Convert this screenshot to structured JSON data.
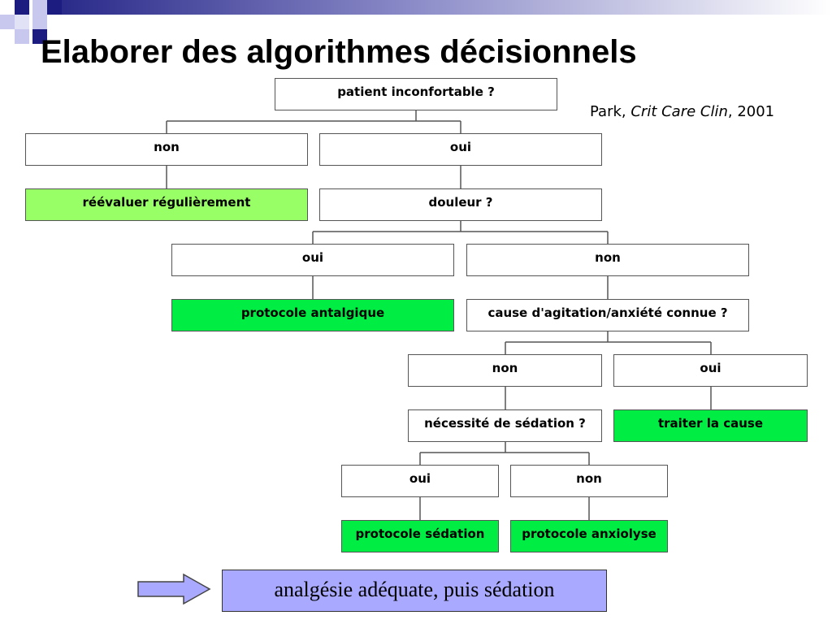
{
  "title": "Elaborer des algorithmes décisionnels",
  "citation": {
    "author": "Park, ",
    "journal": "Crit Care Clin",
    "year": ", 2001"
  },
  "nodes": {
    "root": "patient inconfortable ?",
    "n1_non": "non",
    "n1_oui": "oui",
    "reevaluer": "réévaluer régulièrement",
    "douleur": "douleur ?",
    "n2_oui": "oui",
    "n2_non": "non",
    "protocole_antalgique": "protocole antalgique",
    "cause": "cause d'agitation/anxiété connue ?",
    "n3_non": "non",
    "n3_oui": "oui",
    "necessite": "nécessité de sédation ?",
    "traiter": "traiter la cause",
    "n4_oui": "oui",
    "n4_non": "non",
    "protocole_sedation": "protocole sédation",
    "protocole_anxiolyse": "protocole anxiolyse"
  },
  "conclusion": "analgésie adéquate, puis sédation",
  "colors": {
    "light_green": "#99ff66",
    "green": "#00ee44",
    "conclusion_bg": "#a9a9ff",
    "arrow_fill": "#a9a9ff",
    "deco_navy": "#1c1c80",
    "deco_lavender": "#c8c8ee"
  }
}
